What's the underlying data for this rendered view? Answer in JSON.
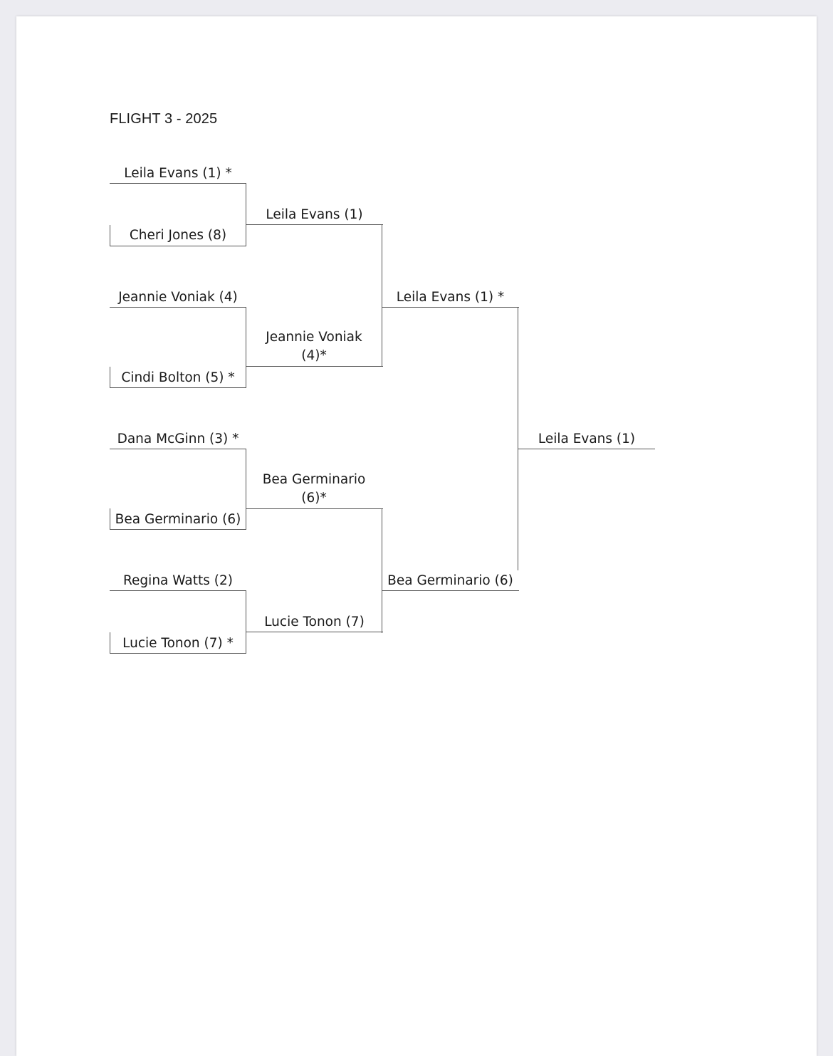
{
  "title": "FLIGHT 3 - 2025",
  "round1": [
    "Leila Evans (1) *",
    "Cheri Jones (8)",
    "Jeannie Voniak (4)",
    "Cindi Bolton (5) *",
    "Dana McGinn (3) *",
    "Bea Germinario (6)",
    "Regina Watts (2)",
    "Lucie Tonon (7) *"
  ],
  "round2": [
    "Leila Evans (1)",
    "Jeannie Voniak (4)*",
    "Bea Germinario (6)*",
    "Lucie Tonon (7)"
  ],
  "round3": [
    "Leila Evans (1) *",
    "Bea Germinario (6)"
  ],
  "champion": "Leila Evans (1)"
}
